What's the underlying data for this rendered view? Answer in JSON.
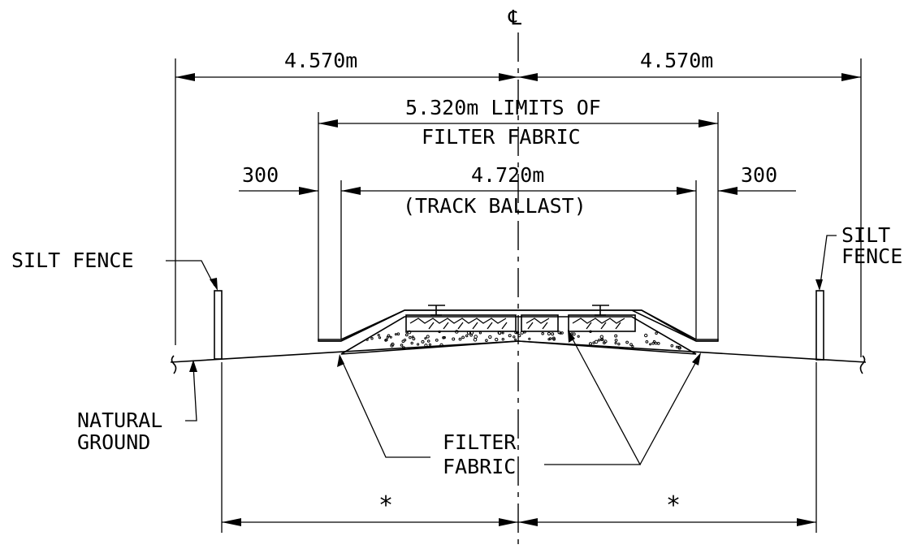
{
  "centerline_symbol": "℄",
  "dims": {
    "left_half": "4.570m",
    "right_half": "4.570m",
    "fabric_line1": "5.320m LIMITS OF",
    "fabric_line2": "FILTER FABRIC",
    "ballast_line1": "4.720m",
    "ballast_line2": "(TRACK BALLAST)",
    "left_offset": "300",
    "right_offset": "300",
    "bottom_left": "*",
    "bottom_right": "*"
  },
  "labels": {
    "silt_fence_left": "SILT FENCE",
    "silt_fence_right_line1": "SILT",
    "silt_fence_right_line2": "FENCE",
    "natural_ground_line1": "NATURAL",
    "natural_ground_line2": "GROUND",
    "filter_fabric_line1": "FILTER",
    "filter_fabric_line2": "FABRIC"
  }
}
